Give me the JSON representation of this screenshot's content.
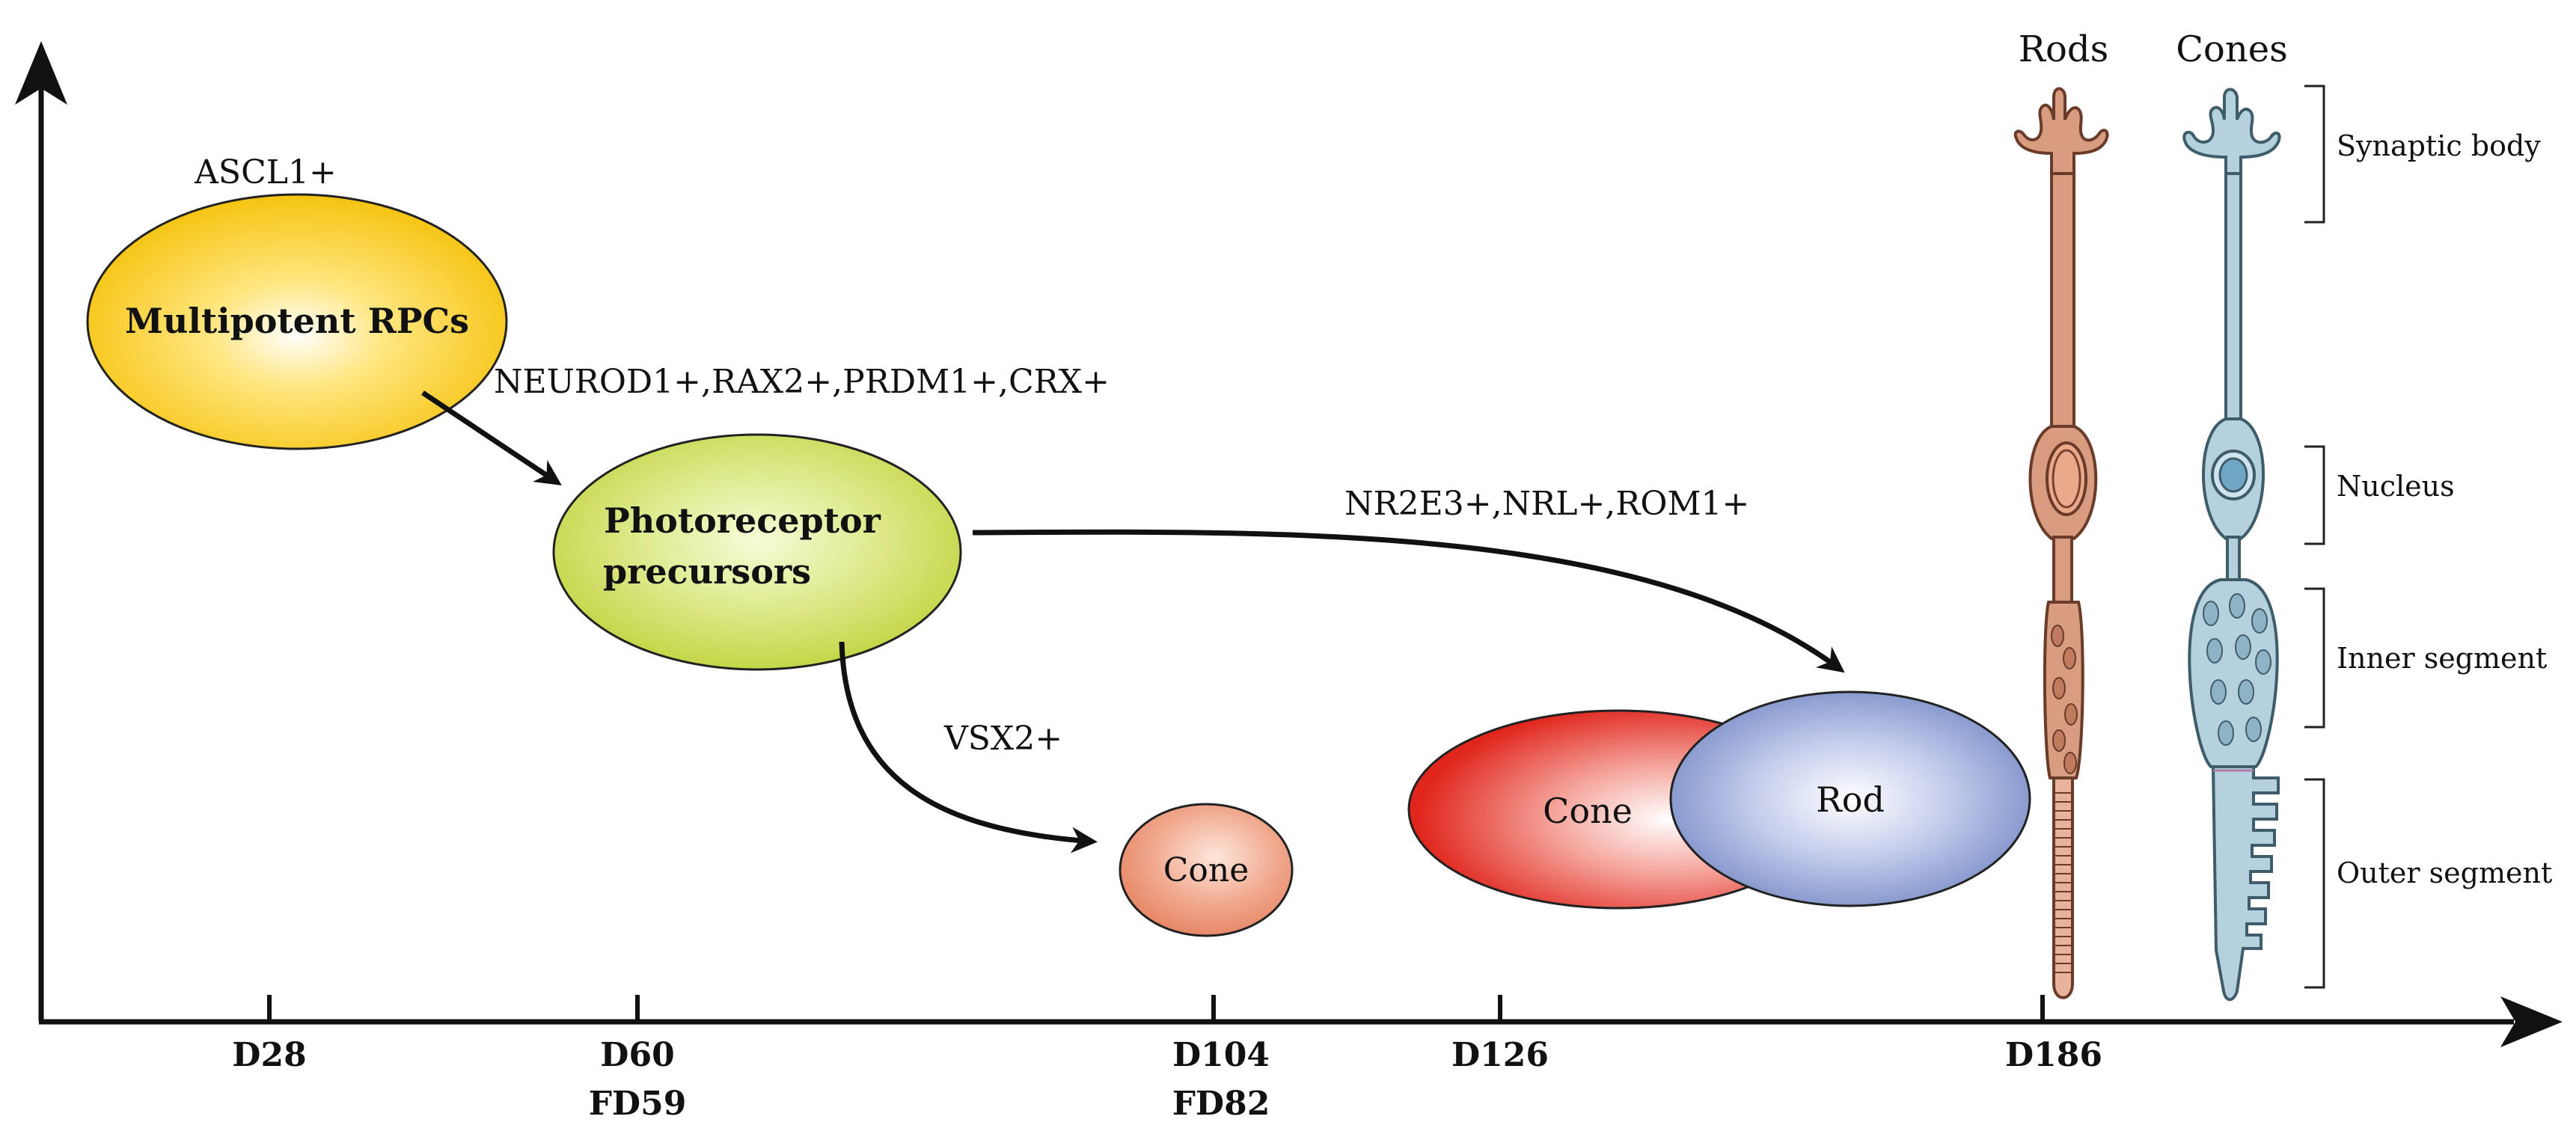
{
  "timeline": {
    "ticks": [
      {
        "label": "D28",
        "sublabel": ""
      },
      {
        "label": "D60",
        "sublabel": "FD59"
      },
      {
        "label": "D104",
        "sublabel": "FD82"
      },
      {
        "label": "D126",
        "sublabel": ""
      },
      {
        "label": "D186",
        "sublabel": ""
      }
    ]
  },
  "stages": {
    "rpc": {
      "label": "Multipotent RPCs",
      "marker": "ASCL1+",
      "color": "#f6c400"
    },
    "precursor": {
      "line1": "Photoreceptor",
      "line2": "precursors",
      "marker": "NEUROD1+,RAX2+,PRDM1+,CRX+",
      "color": "#c9d94a"
    },
    "early_cone": {
      "label": "Cone",
      "marker": "VSX2+",
      "color": "#ea9676"
    },
    "late_cone": {
      "label": "Cone",
      "color": "#e23a2c"
    },
    "rod": {
      "label": "Rod",
      "marker": "NR2E3+,NRL+,ROM1+",
      "color": "#7f93c8"
    }
  },
  "cells": {
    "rods_title": "Rods",
    "cones_title": "Cones",
    "rod_color": "#c9876c",
    "cone_color": "#a8c6d6",
    "regions": [
      {
        "label": "Synaptic body"
      },
      {
        "label": "Nucleus"
      },
      {
        "label": "Inner segment"
      },
      {
        "label": "Outer segment"
      }
    ]
  }
}
